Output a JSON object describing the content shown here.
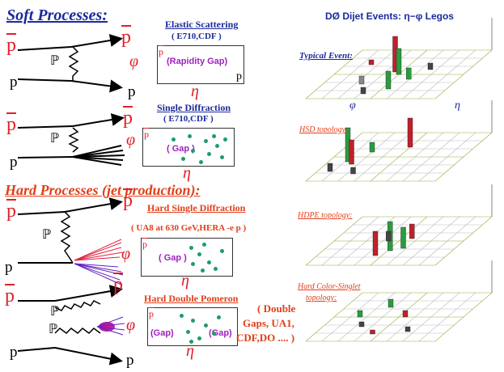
{
  "soft": {
    "header": "Soft Processes:",
    "elastic": {
      "title": "Elastic Scattering",
      "sub": "( E710,CDF )",
      "gap": "(Rapidity Gap)"
    },
    "diffraction": {
      "title": "Single Diffraction",
      "sub": "( E710,CDF )",
      "gap": "( Gap )"
    }
  },
  "hard": {
    "header": "Hard Processes (jet production):",
    "single": {
      "title": "Hard Single Diffraction",
      "sub": "( UA8  at  630 GeV,HERA -e p )",
      "gap": "( Gap )"
    },
    "double": {
      "title": "Hard Double Pomeron",
      "gap_left": "(Gap)",
      "gap_right": "(Gap)",
      "note_lines": [
        "( Double",
        "Gaps, UA1,",
        "CDF,DO .... )"
      ]
    }
  },
  "symbols": {
    "p": "p",
    "pbar": "p",
    "pomeron": "ℙ",
    "phi": "φ",
    "eta": "η"
  },
  "legos": {
    "title": "DØ Dijet Events: η−φ Legos",
    "typical": "Typical Event:",
    "hsd": "HSD topology:",
    "hdpe": "HDPE topology:",
    "hcs_lines": [
      "Hard Color-Singlet",
      "topology:"
    ]
  },
  "colors": {
    "blue": "#1a2a9c",
    "red": "#e0401a",
    "gap": "#a020c0",
    "particle": "#1e9c6a"
  }
}
